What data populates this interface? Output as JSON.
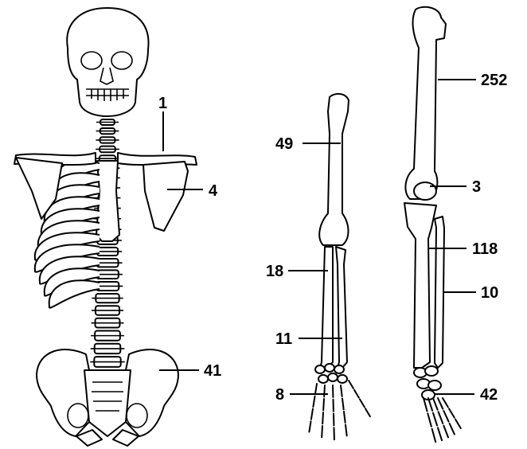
{
  "labels": {
    "clavicle": "1",
    "scapula": "4",
    "pelvis": "41",
    "humerus": "49",
    "radius": "18",
    "ulna": "11",
    "hand": "8",
    "femur": "252",
    "patella": "3",
    "tibia": "118",
    "fibula": "10",
    "foot": "42"
  }
}
